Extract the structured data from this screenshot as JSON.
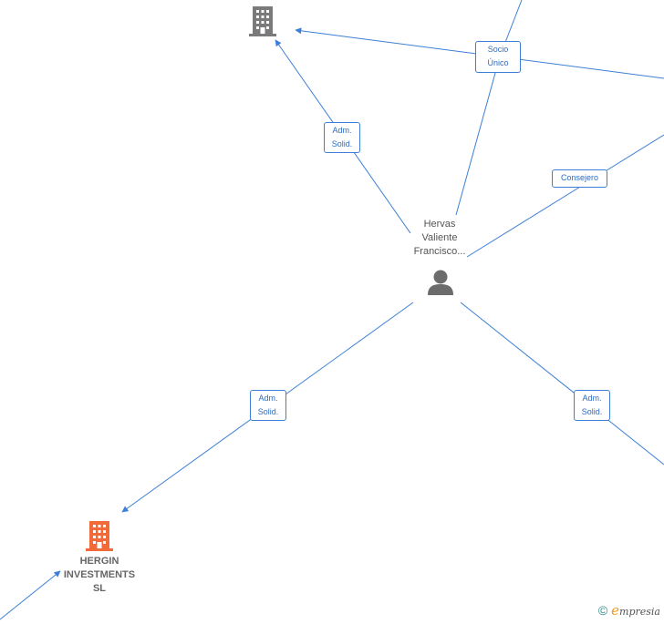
{
  "nodes": {
    "person": {
      "line1": "Hervas",
      "line2": "Valiente",
      "line3": "Francisco..."
    },
    "company_hergin": {
      "line1": "HERGIN",
      "line2": "INVESTMENTS",
      "line3": "SL"
    }
  },
  "edge_labels": {
    "socio_unico": {
      "line1": "Socio",
      "line2": "Único"
    },
    "adm_solid_top": {
      "line1": "Adm.",
      "line2": "Solid."
    },
    "consejero": {
      "line1": "Consejero"
    },
    "adm_solid_left": {
      "line1": "Adm.",
      "line2": "Solid."
    },
    "adm_solid_right": {
      "line1": "Adm.",
      "line2": "Solid."
    }
  },
  "footer": {
    "copyright": "©",
    "brand_initial": "e",
    "brand_rest": "mpresia"
  },
  "colors": {
    "edge": "#3d7fd6",
    "highlight_company": "#f26a3a",
    "company": "#7a7a7a",
    "person": "#6b6b6b"
  }
}
